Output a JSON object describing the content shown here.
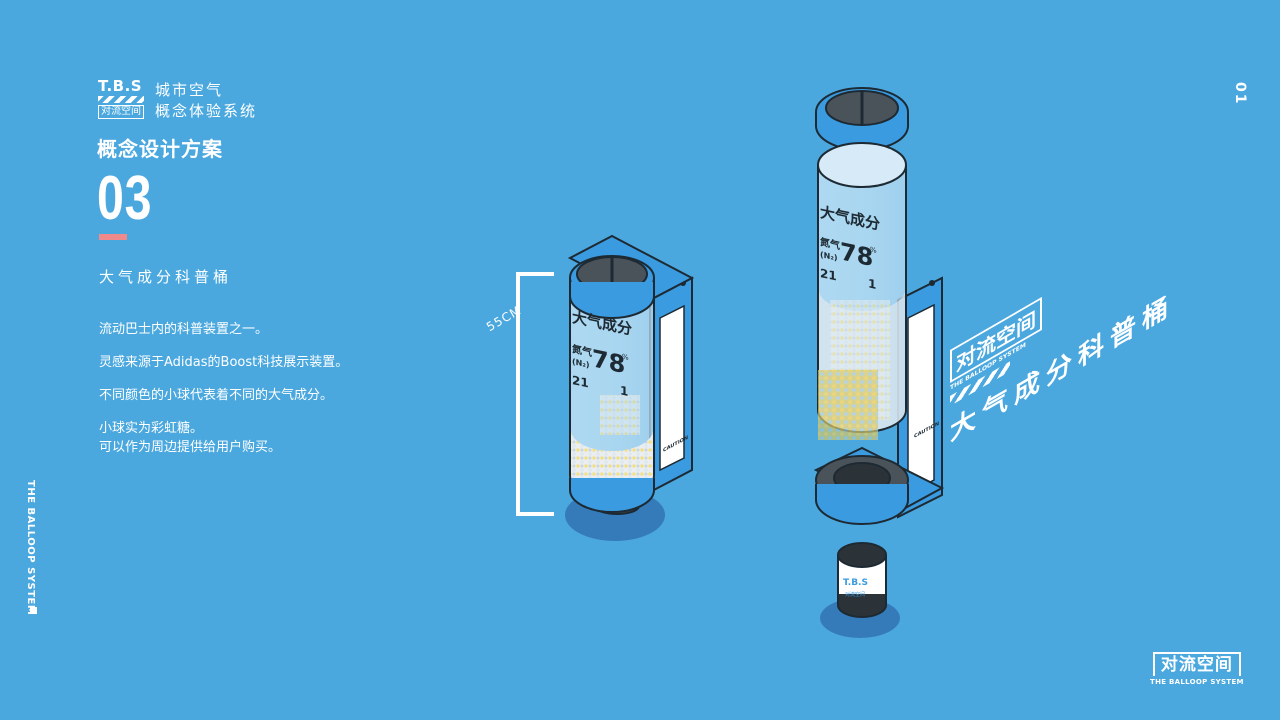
{
  "brand": {
    "logo_text": "T.B.S",
    "logo_subtext": "对流空间",
    "line1": "城市空气",
    "line2": "概念体验系统"
  },
  "section": {
    "title": "概念设计方案",
    "number": "03",
    "subtitle": "大气成分科普桶"
  },
  "body": {
    "p1": "流动巴士内的科普装置之一。",
    "p2": "灵感来源于Adidas的Boost科技展示装置。",
    "p3": "不同颜色的小球代表着不同的大气成分。",
    "p4_line1": "小球实为彩虹糖。",
    "p4_line2": "可以作为周边提供给用户购买。"
  },
  "side": {
    "vertical_tag": "THE BALLOOP SYSTEM",
    "page_number": "01"
  },
  "illustration": {
    "dimension": "55CM",
    "canister_title": "大气成分",
    "gas_label": "氮气",
    "gas_formula": "(N₂)",
    "gas_percent": "78",
    "percent_sign": "%",
    "oxygen_value": "21",
    "other_value": "1",
    "caution": "CAUTION",
    "cap_logo": "T.B.S",
    "cap_logo_sub": "对流空间"
  },
  "diagonal_tag": {
    "brand": "对流空间",
    "sub": "THE BALLOOP SYSTEM",
    "title": "大气成分科普桶"
  },
  "footer": {
    "brand_cn": "对流空间",
    "brand_en": "THE BALLOOP SYSTEM"
  },
  "colors": {
    "background": "#4aa8df",
    "accent": "#f08a8a",
    "device_blue": "#3a9be0",
    "outline": "#1d2a33"
  }
}
